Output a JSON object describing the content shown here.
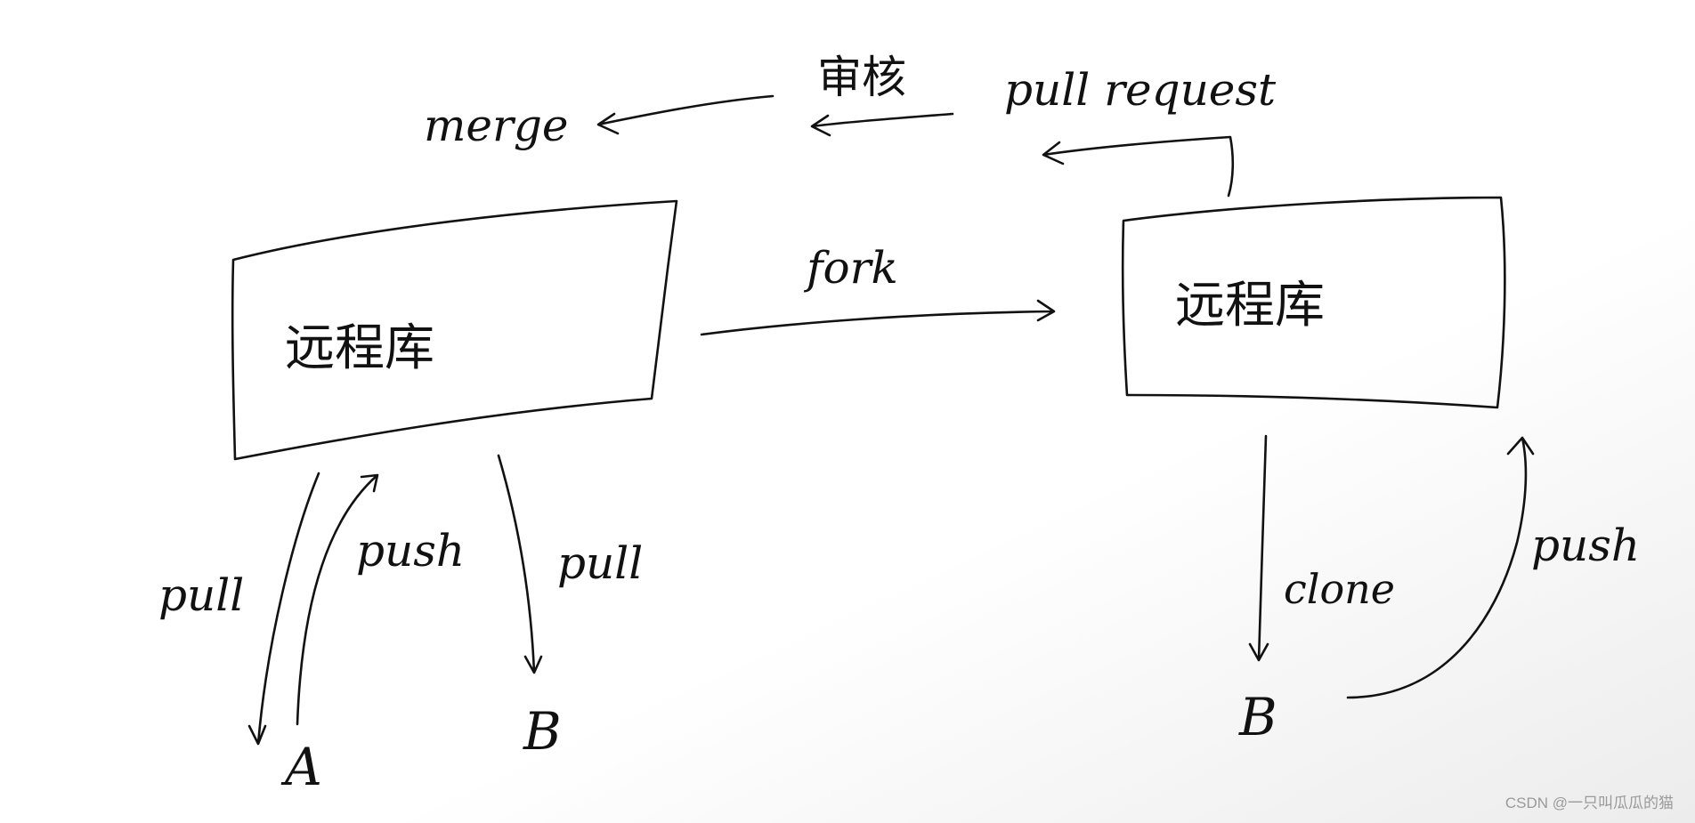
{
  "diagram": {
    "left_repo": "远程库",
    "right_repo": "远程库",
    "merge": "merge",
    "review": "审核",
    "pull_request": "pull request",
    "fork": "fork",
    "left_pull": "pull",
    "left_push": "push",
    "left_pull_b": "pull",
    "node_a": "A",
    "node_b_left": "B",
    "clone": "clone",
    "right_push": "push",
    "node_b_right": "B"
  },
  "watermark": "CSDN @一只叫瓜瓜的猫",
  "colors": {
    "ink": "#111111",
    "background": "#ffffff",
    "watermark": "#9a9a9a"
  }
}
